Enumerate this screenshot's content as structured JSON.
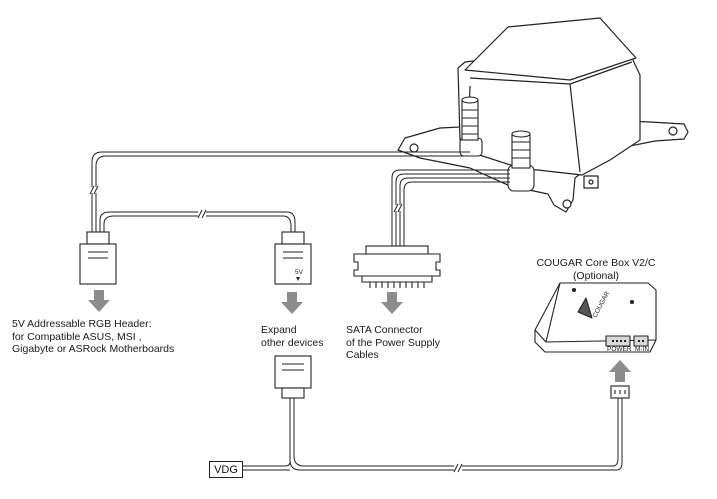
{
  "labels": {
    "rgb_header": [
      "5V Addressable RGB Header:",
      "for Compatible ASUS, MSI ,",
      "Gigabyte or ASRock Motherboards"
    ],
    "expand": [
      "Expand",
      "other devices"
    ],
    "sata": [
      "SATA Connector",
      "of the Power Supply",
      "Cables"
    ],
    "core_box": [
      "COUGAR Core Box V2/C",
      "(Optional)"
    ],
    "vdg": "VDG"
  },
  "connector_marks": {
    "five_v": "5V",
    "power_port": "POWER",
    "min_port": "M-IN",
    "brand": "COUGAR"
  },
  "colors": {
    "line": "#222222",
    "arrow": "#8c8c8c",
    "port_fill": "#d9d9d9"
  },
  "icons": [
    "pump-block-icon",
    "down-arrow-icon",
    "up-arrow-icon",
    "cable-break-icon"
  ]
}
